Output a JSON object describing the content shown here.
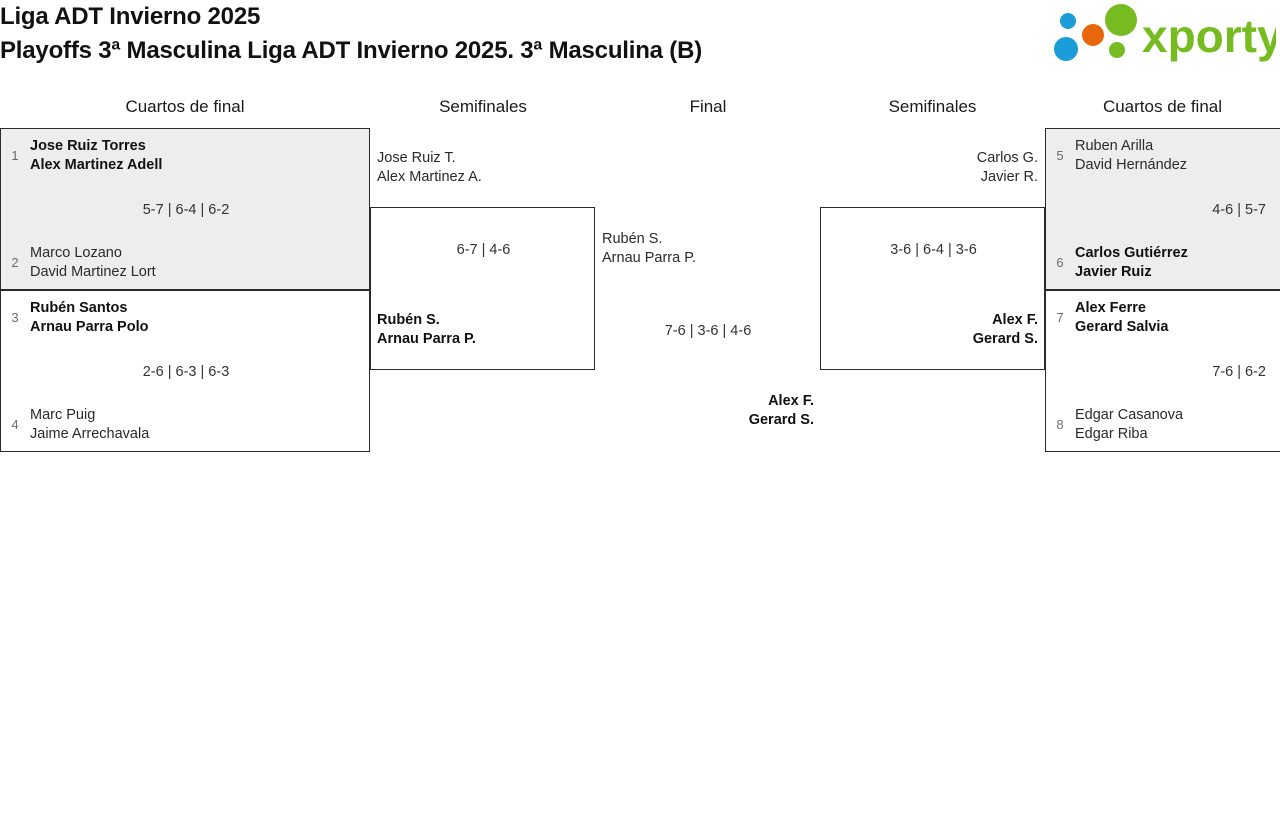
{
  "header": {
    "title_line_1": "Liga ADT Invierno 2025",
    "title_line_2": "Playoffs 3ª Masculina Liga ADT Invierno 2025. 3ª Masculina (B)",
    "logo_text": "xporty",
    "logo_colors": {
      "green": "#76bc21",
      "blue": "#1b9dd9",
      "orange": "#e8670c"
    }
  },
  "rounds": {
    "left_quarters": "Cuartos de final",
    "left_semis": "Semifinales",
    "final": "Final",
    "right_semis": "Semifinales",
    "right_quarters": "Cuartos de final"
  },
  "colors": {
    "shaded_row": "#ededed",
    "box_border": "#2b2b2b",
    "seed_text": "#6d6d6d",
    "body_text": "#2a2a2a"
  },
  "bracket": {
    "left_quarterfinals": [
      {
        "id": "qf1",
        "shaded": true,
        "score": "5-7 | 6-4 | 6-2",
        "top": {
          "seed": "1",
          "player_1": "Jose Ruiz Torres",
          "player_2": "Alex Martinez Adell",
          "winner": true
        },
        "bottom": {
          "seed": "2",
          "player_1": "Marco Lozano",
          "player_2": "David Martinez Lort",
          "winner": false
        }
      },
      {
        "id": "qf2",
        "shaded": false,
        "score": "2-6 | 6-3 | 6-3",
        "top": {
          "seed": "3",
          "player_1": "Rubén Santos",
          "player_2": "Arnau Parra Polo",
          "winner": true
        },
        "bottom": {
          "seed": "4",
          "player_1": "Marc Puig",
          "player_2": "Jaime Arrechavala",
          "winner": false
        }
      }
    ],
    "left_semifinal": {
      "id": "sf-left",
      "score": "6-7 | 4-6",
      "top": {
        "player_1": "Jose Ruiz T.",
        "player_2": "Alex Martinez A.",
        "winner": false
      },
      "bottom": {
        "player_1": "Rubén S.",
        "player_2": "Arnau Parra P.",
        "winner": true
      }
    },
    "final": {
      "id": "final",
      "score": "7-6 | 3-6 | 4-6",
      "left": {
        "player_1": "Rubén S.",
        "player_2": "Arnau Parra P.",
        "winner": false
      },
      "right": {
        "player_1": "Alex F.",
        "player_2": "Gerard S.",
        "winner": true
      }
    },
    "right_semifinal": {
      "id": "sf-right",
      "score": "3-6 | 6-4 | 3-6",
      "top": {
        "player_1": "Carlos G.",
        "player_2": "Javier R.",
        "winner": false
      },
      "bottom": {
        "player_1": "Alex F.",
        "player_2": "Gerard S.",
        "winner": true
      }
    },
    "right_quarterfinals": [
      {
        "id": "qf3",
        "shaded": true,
        "score": "4-6 | 5-7",
        "top": {
          "seed": "5",
          "player_1": "Ruben Arilla",
          "player_2": "David Hernández",
          "winner": false
        },
        "bottom": {
          "seed": "6",
          "player_1": "Carlos Gutiérrez",
          "player_2": "Javier Ruiz",
          "winner": true
        }
      },
      {
        "id": "qf4",
        "shaded": false,
        "score": "7-6 | 6-2",
        "top": {
          "seed": "7",
          "player_1": "Alex Ferre",
          "player_2": "Gerard Salvia",
          "winner": true
        },
        "bottom": {
          "seed": "8",
          "player_1": "Edgar Casanova",
          "player_2": "Edgar Riba",
          "winner": false
        }
      }
    ]
  }
}
